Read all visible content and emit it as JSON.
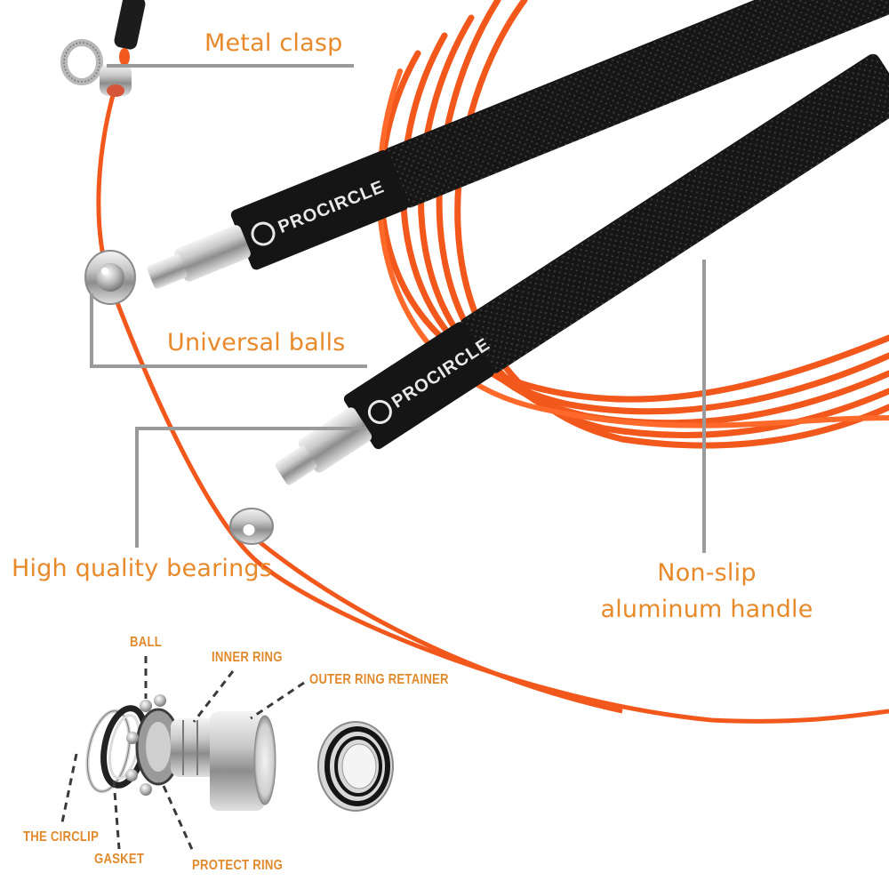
{
  "product": {
    "brand_logo_text": "PROCIRCLE",
    "rope_color": "#f2581c",
    "handle_color": "#141414",
    "accent_text_color": "#e8892a",
    "leader_line_color": "#9a9a9a"
  },
  "callouts": {
    "metal_clasp": "Metal clasp",
    "universal_balls": "Universal balls",
    "high_quality_bearings": "High quality bearings",
    "handle_line1": "Non-slip",
    "handle_line2": "aluminum handle"
  },
  "bearing_diagram": {
    "labels": {
      "ball": "BALL",
      "inner_ring": "INNER RING",
      "outer_ring_retainer": "OUTER RING RETAINER",
      "the_circlip": "THE CIRCLIP",
      "gasket": "GASKET",
      "protect_ring": "PROTECT RING"
    }
  },
  "icons": {
    "brand_logo": "procircle-logo-icon",
    "rope": "jump-rope-icon",
    "bearing": "bearing-icon"
  }
}
